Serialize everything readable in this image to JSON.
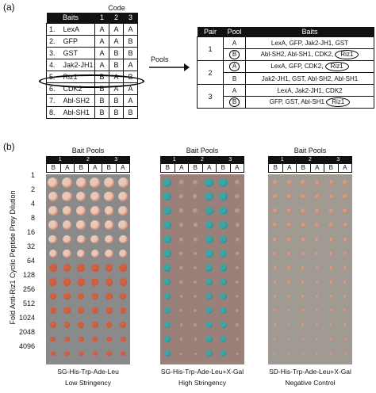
{
  "panel_a": {
    "label": "(a)",
    "code_header": "Code",
    "table_header": {
      "baits": "Baits",
      "cols": [
        "1",
        "2",
        "3"
      ]
    },
    "rows": [
      {
        "num": "1.",
        "name": "LexA",
        "codes": [
          "A",
          "A",
          "A"
        ]
      },
      {
        "num": "2.",
        "name": "GFP",
        "codes": [
          "A",
          "A",
          "B"
        ]
      },
      {
        "num": "3.",
        "name": "GST",
        "codes": [
          "A",
          "B",
          "B"
        ]
      },
      {
        "num": "4.",
        "name": "Jak2-JH1",
        "codes": [
          "A",
          "B",
          "A"
        ]
      },
      {
        "num": "5.",
        "name": "Riz1",
        "codes": [
          "B",
          "A",
          "B"
        ]
      },
      {
        "num": "6.",
        "name": "CDK2",
        "codes": [
          "B",
          "A",
          "A"
        ]
      },
      {
        "num": "7.",
        "name": "Abl-SH2",
        "codes": [
          "B",
          "B",
          "A"
        ]
      },
      {
        "num": "8.",
        "name": "Abl-SH1",
        "codes": [
          "B",
          "B",
          "B"
        ]
      }
    ],
    "arrow_label": "Pools",
    "pair_header": {
      "pair": "Pair",
      "pool": "Pool",
      "baits": "Baits"
    },
    "pairs": [
      {
        "pair": "1",
        "pools": [
          {
            "pool": "A",
            "pre": "LexA, GFP, Jak2-JH1, GST",
            "riz": "",
            "post": ""
          },
          {
            "pool": "B",
            "pre": "Abl-SH2, Abl-SH1, CDK2,",
            "riz": "Riz1",
            "post": ""
          }
        ]
      },
      {
        "pair": "2",
        "pools": [
          {
            "pool": "A",
            "pre": "LexA, GFP, CDK2,",
            "riz": "Riz1",
            "post": ""
          },
          {
            "pool": "B",
            "pre": "Jak2-JH1, GST, Abl-SH2, Abl-SH1",
            "riz": "",
            "post": ""
          }
        ]
      },
      {
        "pair": "3",
        "pools": [
          {
            "pool": "A",
            "pre": "LexA, Jak2-JH1, CDK2",
            "riz": "",
            "post": ""
          },
          {
            "pool": "B",
            "pre": "GFP, GST, Abl-SH1",
            "riz": "Riz1",
            "post": ""
          }
        ]
      }
    ]
  },
  "panel_b": {
    "label": "(b)",
    "y_axis_title": "Fold Anti-Riz1 Cyclic Peptide Prey Dilution",
    "dilutions": [
      "1",
      "2",
      "4",
      "8",
      "16",
      "32",
      "64",
      "128",
      "256",
      "512",
      "1024",
      "2048",
      "4096"
    ],
    "plates": [
      {
        "title": "Bait Pools",
        "pair_nums": [
          "1",
          "2",
          "3"
        ],
        "pools": [
          "B",
          "A",
          "B",
          "A",
          "B",
          "A"
        ],
        "caption1": "SG-His-Trp-Ade-Leu",
        "caption2": "Low Stringency",
        "background": "#8a8a8a",
        "spot_color": "#e8c9b8",
        "spot_edge": "#c84a2a"
      },
      {
        "title": "Bait Pools",
        "pair_nums": [
          "1",
          "2",
          "3"
        ],
        "pools": [
          "B",
          "A",
          "B",
          "A",
          "B",
          "A"
        ],
        "caption1": "SG-His-Trp-Ade-Leu+X-Gal",
        "caption2": "High Stringency",
        "background": "#9a8078",
        "spot_color": "#3aa6a8",
        "spot_edge": "#1f7f84"
      },
      {
        "title": "Bait Pools",
        "pair_nums": [
          "1",
          "2",
          "3"
        ],
        "pools": [
          "B",
          "A",
          "B",
          "A",
          "B",
          "A"
        ],
        "caption1": "SD-His-Trp-Ade-Leu+X-Gal",
        "caption2": "Negative Control",
        "background": "#a09a92",
        "spot_color": "#d89a80",
        "spot_edge": "#b86a50"
      }
    ]
  }
}
